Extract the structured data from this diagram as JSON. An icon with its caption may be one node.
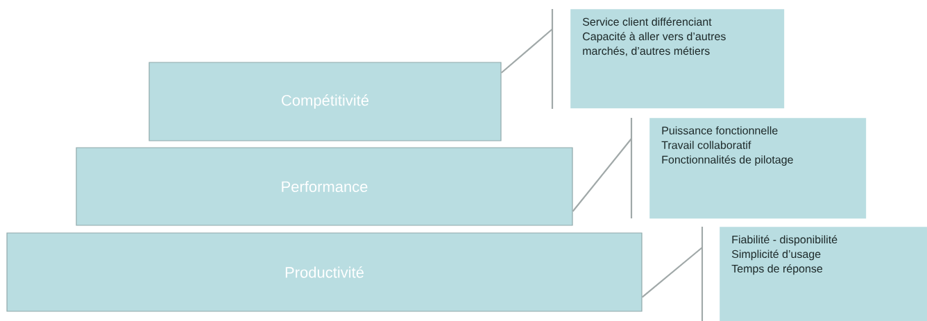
{
  "diagram": {
    "nodes": [
      {
        "text": [
          "Compétitivité"
        ]
      },
      {
        "text": [
          "Performance"
        ]
      },
      {
        "text": [
          "Productivité"
        ]
      },
      {
        "text": [
          "Service client différenciant",
          "Capacité à aller vers d’autres marchés, d’autres métiers"
        ]
      },
      {
        "text": [
          "Puissance fonctionnelle",
          "Travail collaboratif",
          "Fonctionnalités de pilotage"
        ]
      },
      {
        "text": [
          "Fiabilité - disponibilité",
          "Simplicité d’usage",
          "Temps de réponse"
        ]
      }
    ],
    "edges": [
      {
        "from": 0,
        "to": 3,
        "arrow": "none"
      },
      {
        "from": 1,
        "to": 4,
        "arrow": "none"
      },
      {
        "from": 2,
        "to": 5,
        "arrow": "none"
      }
    ]
  }
}
